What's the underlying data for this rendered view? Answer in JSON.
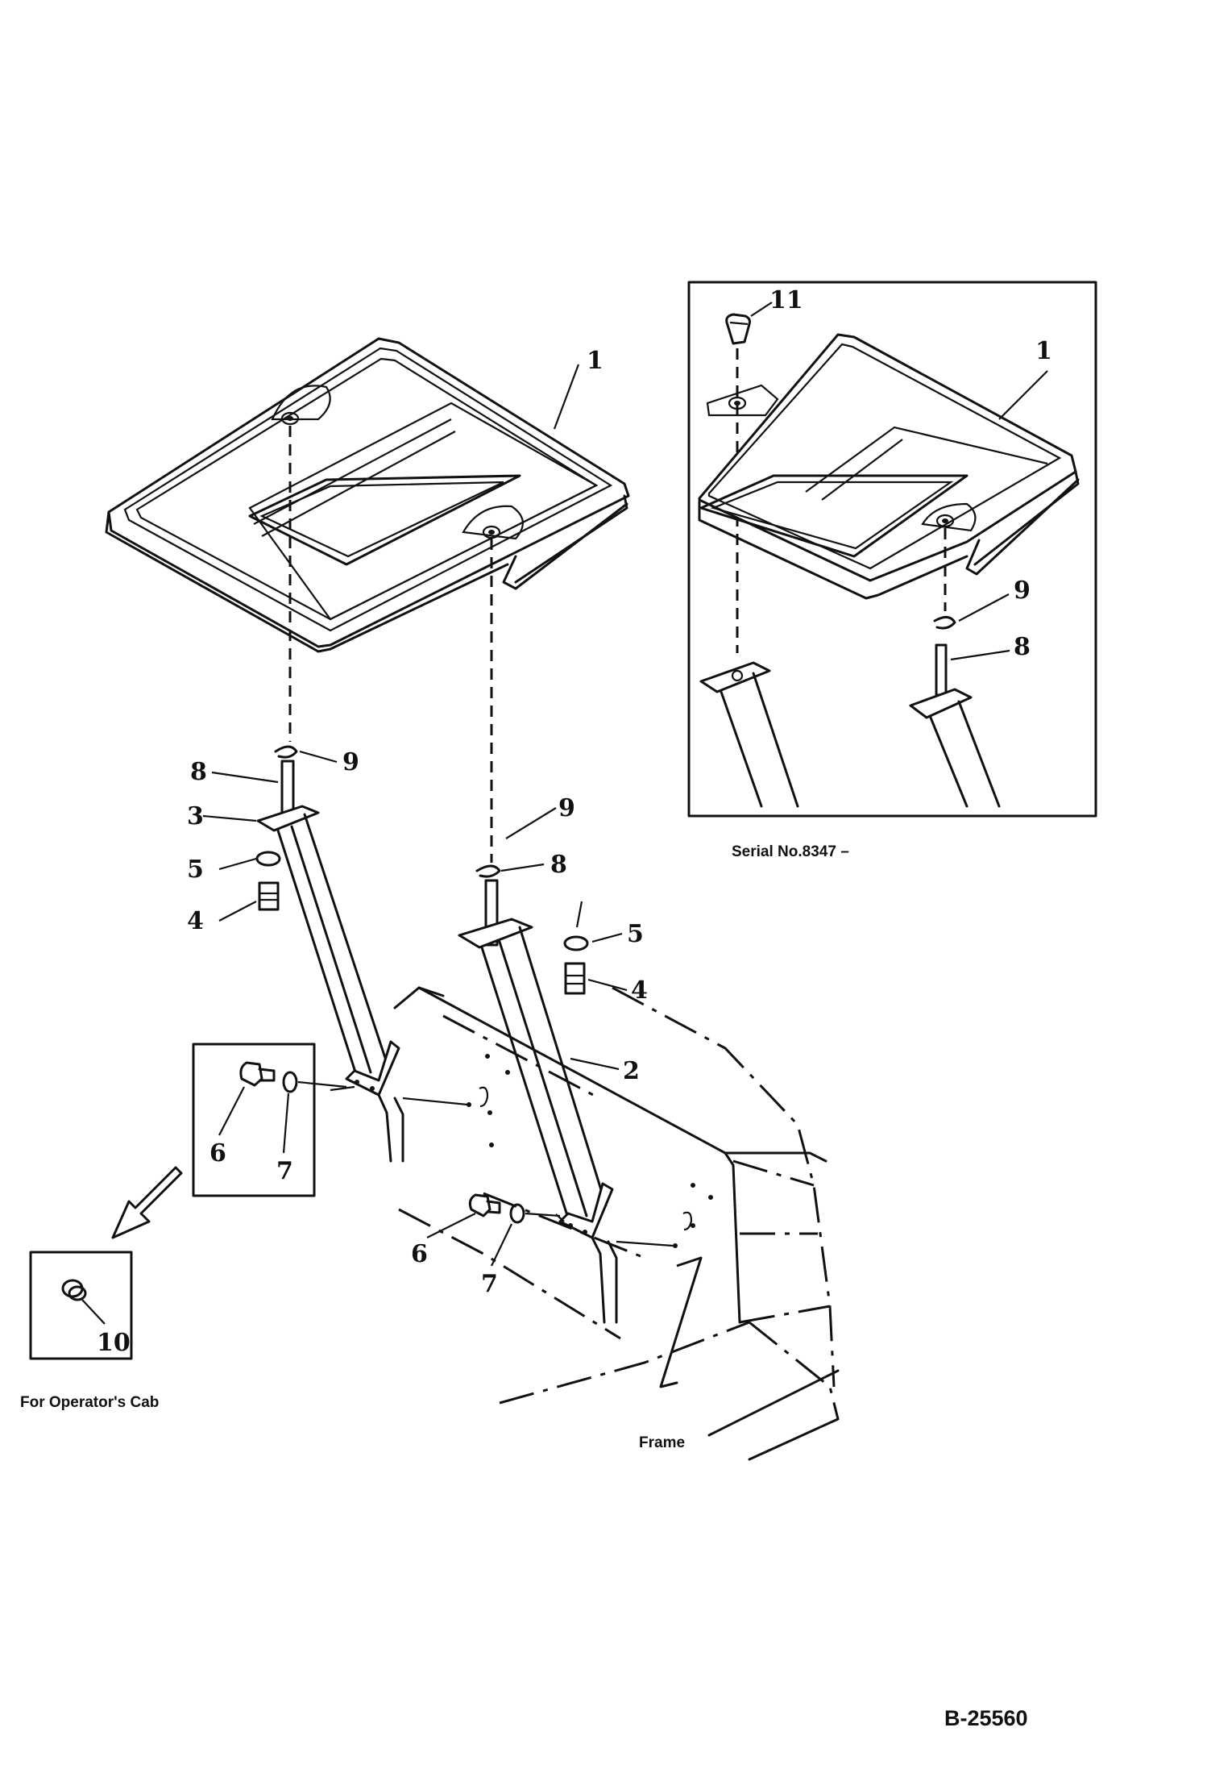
{
  "callouts": {
    "roof_main": "1",
    "pillar_right": "2",
    "pillar_left_plate": "3",
    "bolt_left": "4",
    "washer_left": "5",
    "pin_left": "8",
    "clip_left": "9",
    "clip_right": "9",
    "pin_right": "8",
    "washer_right": "5",
    "bolt_right": "4",
    "bolt_inset": "6",
    "washer_inset": "7",
    "bolt_lower": "6",
    "washer_lower": "7",
    "plug_cab": "10",
    "roof_serial": "1",
    "cap_serial": "11",
    "clip_serial": "9",
    "pin_serial": "8"
  },
  "captions": {
    "serial": "Serial No.8347 –",
    "cab": "For Operator's Cab",
    "frame": "Frame"
  },
  "drawing_code": "B-25560",
  "colors": {
    "ink": "#111111",
    "paper": "#ffffff"
  }
}
